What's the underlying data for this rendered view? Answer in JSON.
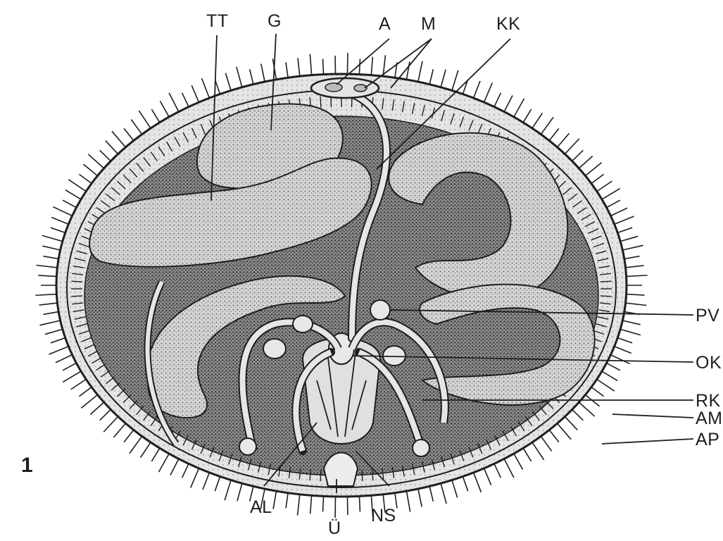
{
  "figure_number": "1",
  "labels": {
    "tt": "TT",
    "g": "G",
    "a": "A",
    "m": "M",
    "kk": "KK",
    "pv": "PV",
    "ok": "OK",
    "rk": "RK",
    "am": "AM",
    "ap": "AP",
    "al": "AL",
    "u": "Ü",
    "ns": "NS"
  },
  "colors": {
    "ink": "#1e1e1e",
    "shade": "#2a2a2a",
    "body": "#bdbdbd",
    "organ": "#d6d6d6",
    "background": "#ffffff"
  }
}
